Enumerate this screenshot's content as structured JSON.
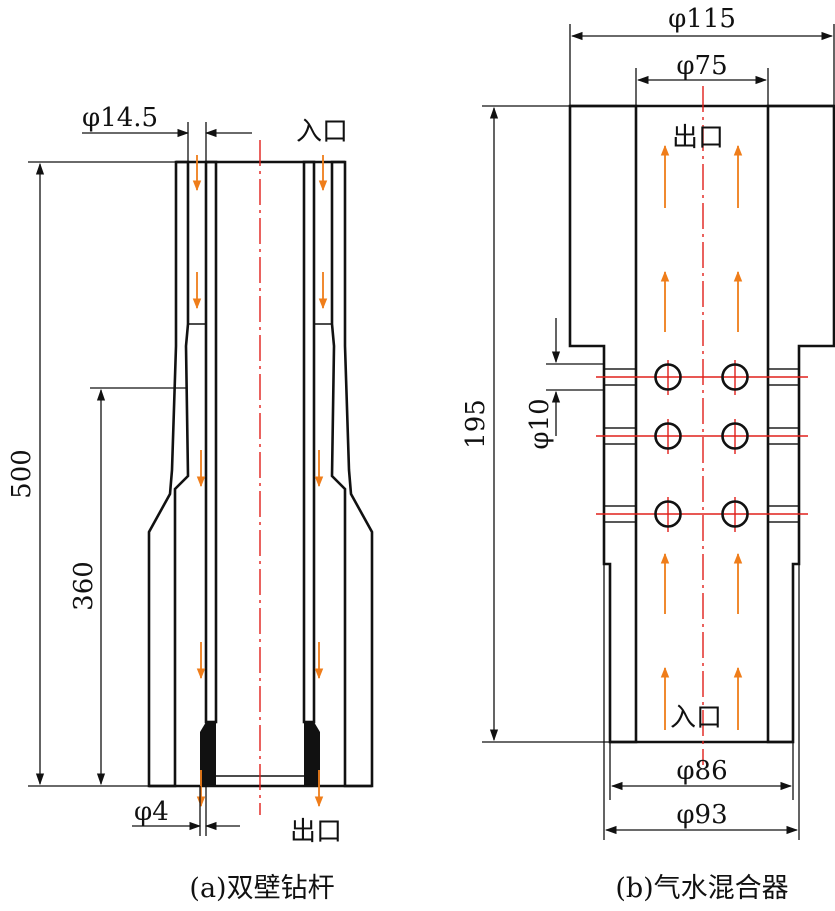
{
  "figure_a": {
    "caption": "(a)双壁钻杆",
    "inlet_label": "入口",
    "outlet_label": "出口",
    "dims": {
      "top_diameter": "φ14.5",
      "length_total": "500",
      "length_lower": "360",
      "bottom_diameter": "φ4"
    }
  },
  "figure_b": {
    "caption": "(b)气水混合器",
    "outlet_label": "出口",
    "inlet_label": "入口",
    "dims": {
      "outer_top": "φ115",
      "inner_top": "φ75",
      "height": "195",
      "hole_diameter": "φ10",
      "inner_bottom": "φ86",
      "outer_bottom": "φ93"
    }
  },
  "colors": {
    "flow_arrow": "#ef7d1a",
    "centerline": "#e0201b",
    "outline": "#111111"
  }
}
